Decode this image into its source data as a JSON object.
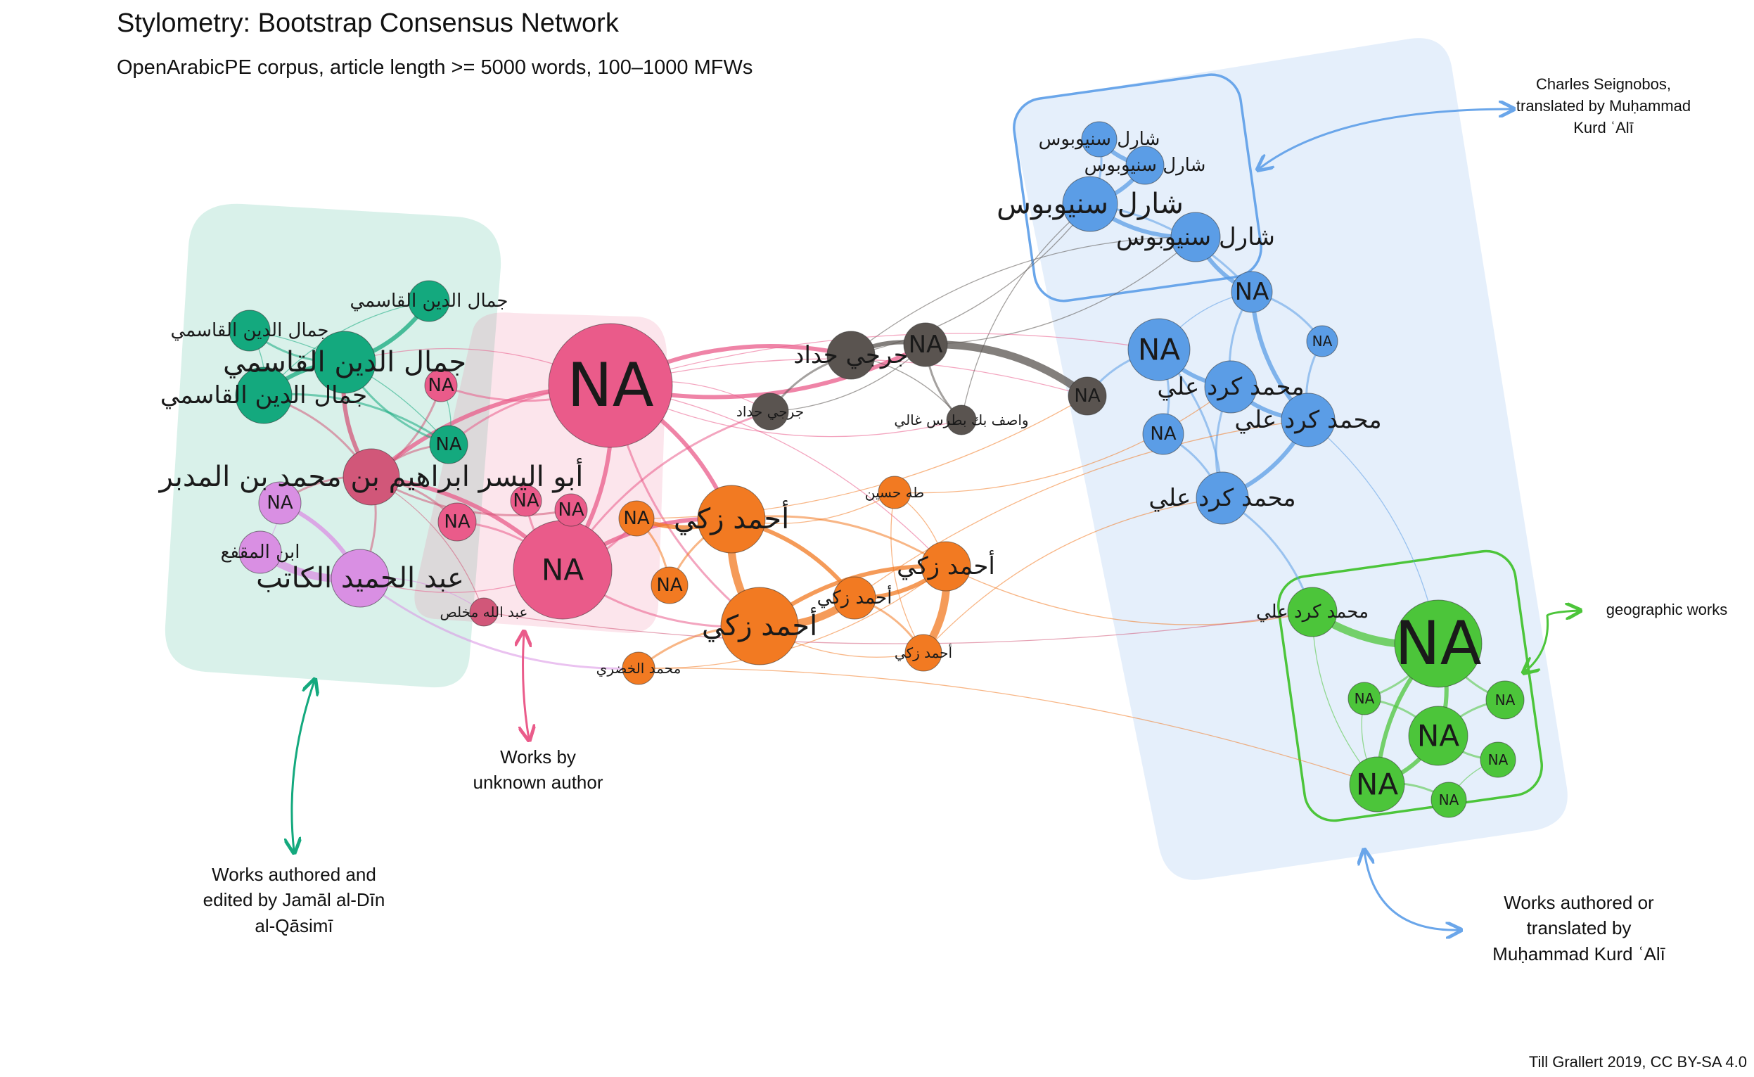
{
  "title": "Stylometry: Bootstrap Consensus Network",
  "subtitle": "OpenArabicPE corpus, article length >= 5000 words, 100–1000 MFWs",
  "credit": "Till Grallert 2019, CC BY-SA 4.0",
  "annotations": {
    "seignobos": [
      "Charles Seignobos,",
      "translated by Muḥammad",
      "Kurd ʿAlī"
    ],
    "geographic": [
      "geographic works"
    ],
    "unknown": [
      "Works by",
      "unknown author"
    ],
    "qasimi": [
      "Works authored and",
      "edited by Jamāl al-Dīn",
      "al-Qāsimī"
    ],
    "kurd_ali": [
      "Works authored or",
      "translated by",
      "Muḥammad Kurd ʿAlī"
    ]
  },
  "colors": {
    "qasimi": "#14a97e",
    "unknown": "#ea5b8a",
    "kurd_ali": "#5b9de6",
    "zaki": "#f27a22",
    "haddad": "#5a5450",
    "katib": "#d98fe3",
    "geo": "#4cc53a",
    "pink_dark": "#d15779"
  },
  "nodes": [
    {
      "id": "q1",
      "label": "جمال الدين القاسمي",
      "group": "qasimi",
      "label_size": "s"
    },
    {
      "id": "q2",
      "label": "جمال الدين القاسمي",
      "group": "qasimi",
      "label_size": "s"
    },
    {
      "id": "q3",
      "label": "جمال الدين القاسمي",
      "group": "qasimi",
      "label_size": "l"
    },
    {
      "id": "q4",
      "label": "جمال الدين القاسمي",
      "group": "qasimi",
      "label_size": "m"
    },
    {
      "id": "qna",
      "label": "NA",
      "group": "qasimi",
      "label_size": "s"
    },
    {
      "id": "u1",
      "label": "NA",
      "group": "unknown",
      "label_size": "xl"
    },
    {
      "id": "u2",
      "label": "NA",
      "group": "unknown",
      "label_size": "l"
    },
    {
      "id": "u3",
      "label": "NA",
      "group": "unknown",
      "label_size": "s"
    },
    {
      "id": "u4",
      "label": "NA",
      "group": "unknown",
      "label_size": "s"
    },
    {
      "id": "u5",
      "label": "NA",
      "group": "unknown",
      "label_size": "s"
    },
    {
      "id": "u6",
      "label": "NA",
      "group": "unknown",
      "label_size": "s"
    },
    {
      "id": "mudabbir",
      "label": "أبو اليسر ابراهيم بن محمد بن المدبر",
      "group": "unknown",
      "label_size": "l"
    },
    {
      "id": "mukhlis",
      "label": "عبد الله مخلص",
      "group": "unknown",
      "label_size": "xs"
    },
    {
      "id": "k1",
      "label": "NA",
      "group": "katib",
      "label_size": "s"
    },
    {
      "id": "k2",
      "label": "ابن المقفع",
      "group": "katib",
      "label_size": "s"
    },
    {
      "id": "k3",
      "label": "عبد الحميد الكاتب",
      "group": "katib",
      "label_size": "l"
    },
    {
      "id": "z1",
      "label": "أحمد زكي",
      "group": "zaki",
      "label_size": "l"
    },
    {
      "id": "z2",
      "label": "أحمد زكي",
      "group": "zaki",
      "label_size": "l"
    },
    {
      "id": "z3",
      "label": "أحمد زكي",
      "group": "zaki",
      "label_size": "s"
    },
    {
      "id": "z4",
      "label": "أحمد زكي",
      "group": "zaki",
      "label_size": "m"
    },
    {
      "id": "z5",
      "label": "أحمد زكي",
      "group": "zaki",
      "label_size": "xs"
    },
    {
      "id": "zna1",
      "label": "NA",
      "group": "zaki",
      "label_size": "s"
    },
    {
      "id": "zna2",
      "label": "NA",
      "group": "zaki",
      "label_size": "s"
    },
    {
      "id": "taha",
      "label": "طه حسين",
      "group": "zaki",
      "label_size": "xs"
    },
    {
      "id": "khudari",
      "label": "محمد الخضري",
      "group": "zaki",
      "label_size": "xs"
    },
    {
      "id": "h1",
      "label": "جرجي حداد",
      "group": "haddad",
      "label_size": "m"
    },
    {
      "id": "h2",
      "label": "جرجي حداد",
      "group": "haddad",
      "label_size": "xs"
    },
    {
      "id": "hna1",
      "label": "NA",
      "group": "haddad",
      "label_size": "m"
    },
    {
      "id": "hna2",
      "label": "NA",
      "group": "haddad",
      "label_size": "s"
    },
    {
      "id": "wasif",
      "label": "واصف بك بطرس غالي",
      "group": "haddad",
      "label_size": "xs"
    },
    {
      "id": "s1",
      "label": "شارل سنيوبوس",
      "group": "kurd_ali",
      "label_size": "s"
    },
    {
      "id": "s2",
      "label": "شارل سنيوبوس",
      "group": "kurd_ali",
      "label_size": "s"
    },
    {
      "id": "s3",
      "label": "شارل سنيوبوس",
      "group": "kurd_ali",
      "label_size": "l"
    },
    {
      "id": "s4",
      "label": "شارل سنيوبوس",
      "group": "kurd_ali",
      "label_size": "m"
    },
    {
      "id": "kna1",
      "label": "NA",
      "group": "kurd_ali",
      "label_size": "m"
    },
    {
      "id": "kna2",
      "label": "NA",
      "group": "kurd_ali",
      "label_size": "xs"
    },
    {
      "id": "kna3",
      "label": "NA",
      "group": "kurd_ali",
      "label_size": "l"
    },
    {
      "id": "kna4",
      "label": "NA",
      "group": "kurd_ali",
      "label_size": "s"
    },
    {
      "id": "ka1",
      "label": "محمد كرد علي",
      "group": "kurd_ali",
      "label_size": "m"
    },
    {
      "id": "ka2",
      "label": "محمد كرد علي",
      "group": "kurd_ali",
      "label_size": "m"
    },
    {
      "id": "ka3",
      "label": "محمد كرد علي",
      "group": "kurd_ali",
      "label_size": "m"
    },
    {
      "id": "g1",
      "label": "محمد كرد علي",
      "group": "geo",
      "label_size": "s"
    },
    {
      "id": "gna1",
      "label": "NA",
      "group": "geo",
      "label_size": "xl"
    },
    {
      "id": "gna2",
      "label": "NA",
      "group": "geo",
      "label_size": "l"
    },
    {
      "id": "gna3",
      "label": "NA",
      "group": "geo",
      "label_size": "l"
    },
    {
      "id": "gna4",
      "label": "NA",
      "group": "geo",
      "label_size": "xs"
    },
    {
      "id": "gna5",
      "label": "NA",
      "group": "geo",
      "label_size": "xs"
    },
    {
      "id": "gna6",
      "label": "NA",
      "group": "geo",
      "label_size": "xs"
    },
    {
      "id": "gna7",
      "label": "NA",
      "group": "geo",
      "label_size": "xs"
    }
  ],
  "edges": [
    [
      "u1",
      "mudabbir",
      3
    ],
    [
      "u1",
      "u2",
      3
    ],
    [
      "u1",
      "q3",
      1
    ],
    [
      "u1",
      "h1",
      3
    ],
    [
      "u1",
      "hna1",
      3
    ],
    [
      "u1",
      "z1",
      3
    ],
    [
      "u1",
      "z2",
      2
    ],
    [
      "u1",
      "u3",
      2
    ],
    [
      "u1",
      "qna",
      2
    ],
    [
      "u1",
      "h2",
      1
    ],
    [
      "u1",
      "wasif",
      1
    ],
    [
      "u1",
      "z4",
      1
    ],
    [
      "u2",
      "mudabbir",
      3
    ],
    [
      "u2",
      "z1",
      3
    ],
    [
      "u2",
      "u4",
      2
    ],
    [
      "u2",
      "u6",
      2
    ],
    [
      "u2",
      "zna1",
      2
    ],
    [
      "u2",
      "h2",
      2
    ],
    [
      "u2",
      "z2",
      2
    ],
    [
      "u2",
      "k3",
      1
    ],
    [
      "u2",
      "u5",
      1
    ],
    [
      "mudabbir",
      "q3",
      3
    ],
    [
      "mudabbir",
      "q4",
      2
    ],
    [
      "mudabbir",
      "qna",
      2
    ],
    [
      "mudabbir",
      "u3",
      2
    ],
    [
      "mudabbir",
      "u4",
      2
    ],
    [
      "mudabbir",
      "k1",
      2
    ],
    [
      "mudabbir",
      "k3",
      2
    ],
    [
      "mudabbir",
      "u5",
      2
    ],
    [
      "mudabbir",
      "mukhlis",
      1
    ],
    [
      "q1",
      "q3",
      2
    ],
    [
      "q2",
      "q3",
      3
    ],
    [
      "q3",
      "q4",
      3
    ],
    [
      "q4",
      "qna",
      2
    ],
    [
      "q3",
      "qna",
      2
    ],
    [
      "q1",
      "q4",
      1
    ],
    [
      "q2",
      "q4",
      1
    ],
    [
      "q1",
      "qna",
      1
    ],
    [
      "qna",
      "u3",
      1
    ],
    [
      "k1",
      "k3",
      3
    ],
    [
      "k2",
      "k3",
      4
    ],
    [
      "k1",
      "k2",
      1
    ],
    [
      "k3",
      "khudari",
      2
    ],
    [
      "k3",
      "mukhlis",
      1
    ],
    [
      "z1",
      "z2",
      4
    ],
    [
      "z1",
      "z3",
      3
    ],
    [
      "z2",
      "z3",
      4
    ],
    [
      "z2",
      "z4",
      3
    ],
    [
      "z3",
      "z4",
      3
    ],
    [
      "z4",
      "z5",
      4
    ],
    [
      "z2",
      "khudari",
      2
    ],
    [
      "z1",
      "zna1",
      3
    ],
    [
      "z1",
      "zna2",
      2
    ],
    [
      "zna1",
      "zna2",
      2
    ],
    [
      "z1",
      "taha",
      1
    ],
    [
      "z3",
      "z5",
      2
    ],
    [
      "khudari",
      "z4",
      1
    ],
    [
      "taha",
      "z4",
      1
    ],
    [
      "taha",
      "z5",
      1
    ],
    [
      "z1",
      "z4",
      2
    ],
    [
      "z2",
      "z5",
      1
    ],
    [
      "h1",
      "hna1",
      3
    ],
    [
      "h1",
      "h2",
      2
    ],
    [
      "hna1",
      "hna2",
      4
    ],
    [
      "h2",
      "hna1",
      1
    ],
    [
      "wasif",
      "hna1",
      2
    ],
    [
      "wasif",
      "h1",
      1
    ],
    [
      "u1",
      "hna2",
      1
    ],
    [
      "s1",
      "s2",
      3
    ],
    [
      "s2",
      "s3",
      3
    ],
    [
      "s3",
      "s4",
      3
    ],
    [
      "s1",
      "s3",
      2
    ],
    [
      "s4",
      "kna1",
      3
    ],
    [
      "s3",
      "kna1",
      2
    ],
    [
      "kna1",
      "ka2",
      3
    ],
    [
      "kna1",
      "kna2",
      2
    ],
    [
      "kna1",
      "ka1",
      2
    ],
    [
      "ka1",
      "kna3",
      3
    ],
    [
      "ka1",
      "ka2",
      3
    ],
    [
      "ka2",
      "ka3",
      3
    ],
    [
      "ka1",
      "ka3",
      2
    ],
    [
      "kna3",
      "kna4",
      2
    ],
    [
      "kna3",
      "hna2",
      2
    ],
    [
      "kna4",
      "ka3",
      2
    ],
    [
      "kna2",
      "ka2",
      2
    ],
    [
      "kna3",
      "ka3",
      2
    ],
    [
      "kna1",
      "kna3",
      1
    ],
    [
      "ka3",
      "g1",
      2
    ],
    [
      "g1",
      "gna1",
      4
    ],
    [
      "gna1",
      "gna2",
      3
    ],
    [
      "gna1",
      "gna3",
      3
    ],
    [
      "gna2",
      "gna3",
      3
    ],
    [
      "gna2",
      "gna4",
      2
    ],
    [
      "gna2",
      "gna5",
      2
    ],
    [
      "gna2",
      "gna6",
      2
    ],
    [
      "gna3",
      "gna7",
      2
    ],
    [
      "gna1",
      "gna5",
      2
    ],
    [
      "gna1",
      "gna4",
      2
    ],
    [
      "g1",
      "gna3",
      1
    ],
    [
      "gna7",
      "gna6",
      1
    ],
    [
      "gna4",
      "gna3",
      1
    ],
    [
      "ka2",
      "gna1",
      1
    ],
    [
      "h1",
      "s3",
      1
    ],
    [
      "h1",
      "s4",
      1
    ],
    [
      "hna1",
      "s4",
      1
    ],
    [
      "wasif",
      "s3",
      1
    ],
    [
      "taha",
      "ka1",
      1
    ],
    [
      "z5",
      "ka3",
      1
    ],
    [
      "z4",
      "g1",
      1
    ],
    [
      "khudari",
      "gna3",
      1
    ],
    [
      "mukhlis",
      "g1",
      1
    ],
    [
      "z3",
      "ka2",
      1
    ],
    [
      "zna1",
      "hna2",
      1
    ],
    [
      "u1",
      "kna3",
      1
    ]
  ]
}
